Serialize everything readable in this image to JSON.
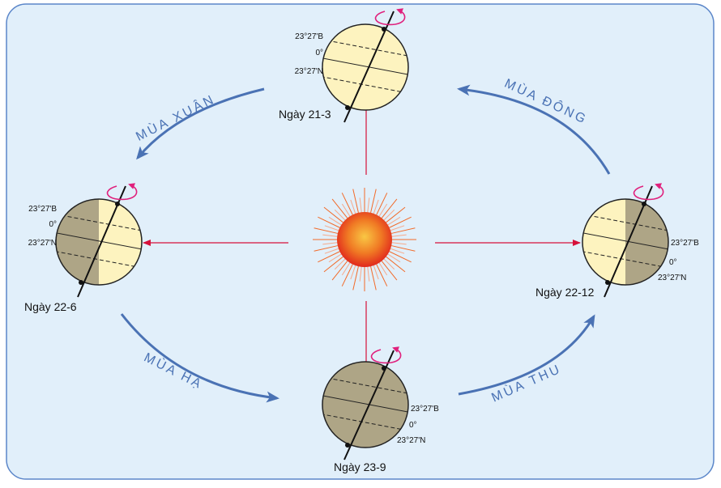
{
  "seasons": {
    "spring": "MÙA XUÂN",
    "winter": "MÙA ĐÔNG",
    "summer": "MÙA HẠ",
    "autumn": "MÙA THU"
  },
  "positions": {
    "mar21": {
      "date": "Ngày 21-3",
      "tropic_n": "23°27'B",
      "equator": "0°",
      "tropic_s": "23°27'N"
    },
    "jun22": {
      "date": "Ngày 22-6",
      "tropic_n": "23°27'B",
      "equator": "0°",
      "tropic_s": "23°27'N"
    },
    "dec22": {
      "date": "Ngày 22-12",
      "tropic_n": "23°27'B",
      "equator": "0°",
      "tropic_s": "23°27'N"
    },
    "sep23": {
      "date": "Ngày 23-9",
      "tropic_n": "23°27'B",
      "equator": "0°",
      "tropic_s": "23°27'N"
    }
  },
  "colors": {
    "panel_bg": "#e1effa",
    "panel_border": "#5b86c9",
    "lit": "#fdf3bf",
    "dark": "#aea586",
    "ray": "#d6103a",
    "rotation": "#e0207c",
    "orbit_arrow": "#4a72b4",
    "sun_core": "#f4b12a",
    "sun_edge": "#e6301f"
  },
  "icons": {
    "sun": "sun-icon",
    "rotation": "rotation-arrow-icon"
  }
}
